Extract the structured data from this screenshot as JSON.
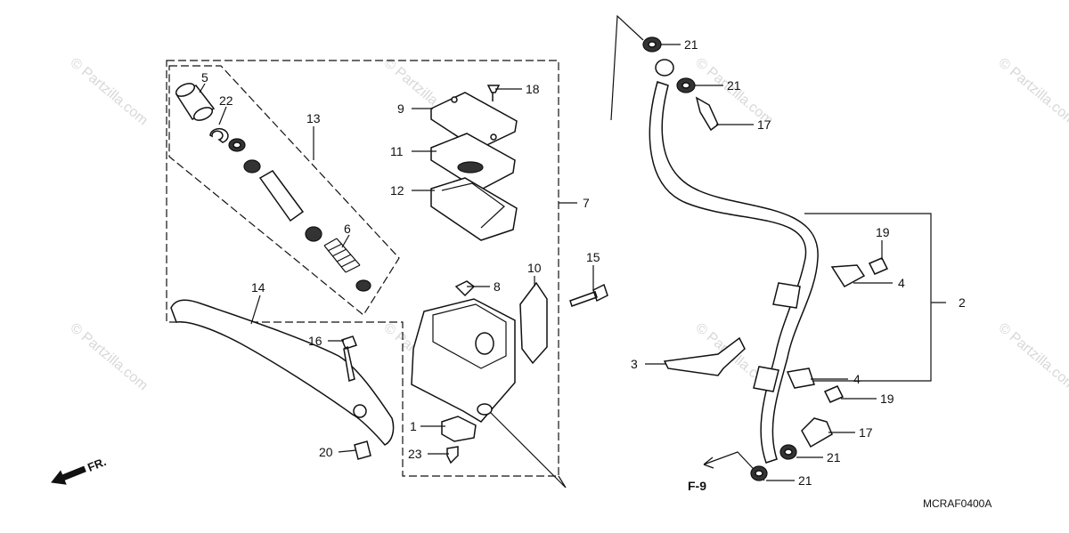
{
  "callouts": {
    "c1": "1",
    "c2": "2",
    "c3": "3",
    "c4a": "4",
    "c4b": "4",
    "c5": "5",
    "c6": "6",
    "c7": "7",
    "c8": "8",
    "c9": "9",
    "c10": "10",
    "c11": "11",
    "c12": "12",
    "c13": "13",
    "c14": "14",
    "c15": "15",
    "c16": "16",
    "c17a": "17",
    "c17b": "17",
    "c18": "18",
    "c19a": "19",
    "c19b": "19",
    "c20": "20",
    "c21a": "21",
    "c21b": "21",
    "c21c": "21",
    "c21d": "21",
    "c22": "22",
    "c23": "23"
  },
  "direction_label": "FR.",
  "reference_label": "F-9",
  "diagram_code": "MCRAF0400A",
  "watermark": {
    "text": "© Partzilla.com",
    "color": "#d8d8d8"
  }
}
